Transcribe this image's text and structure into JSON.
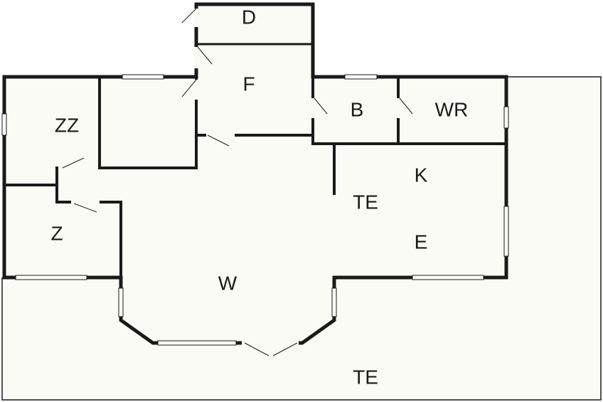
{
  "rooms": [
    {
      "key": "d",
      "label": "D"
    },
    {
      "key": "f",
      "label": "F"
    },
    {
      "key": "b",
      "label": "B"
    },
    {
      "key": "wr",
      "label": "WR"
    },
    {
      "key": "zz",
      "label": "ZZ"
    },
    {
      "key": "z",
      "label": "Z"
    },
    {
      "key": "k",
      "label": "K"
    },
    {
      "key": "te1",
      "label": "TE"
    },
    {
      "key": "e",
      "label": "E"
    },
    {
      "key": "w",
      "label": "W"
    },
    {
      "key": "te2",
      "label": "TE"
    }
  ],
  "colors": {
    "wall": "#1a1a1a",
    "floor": "#fbfbf6",
    "background": "#ffffff"
  }
}
